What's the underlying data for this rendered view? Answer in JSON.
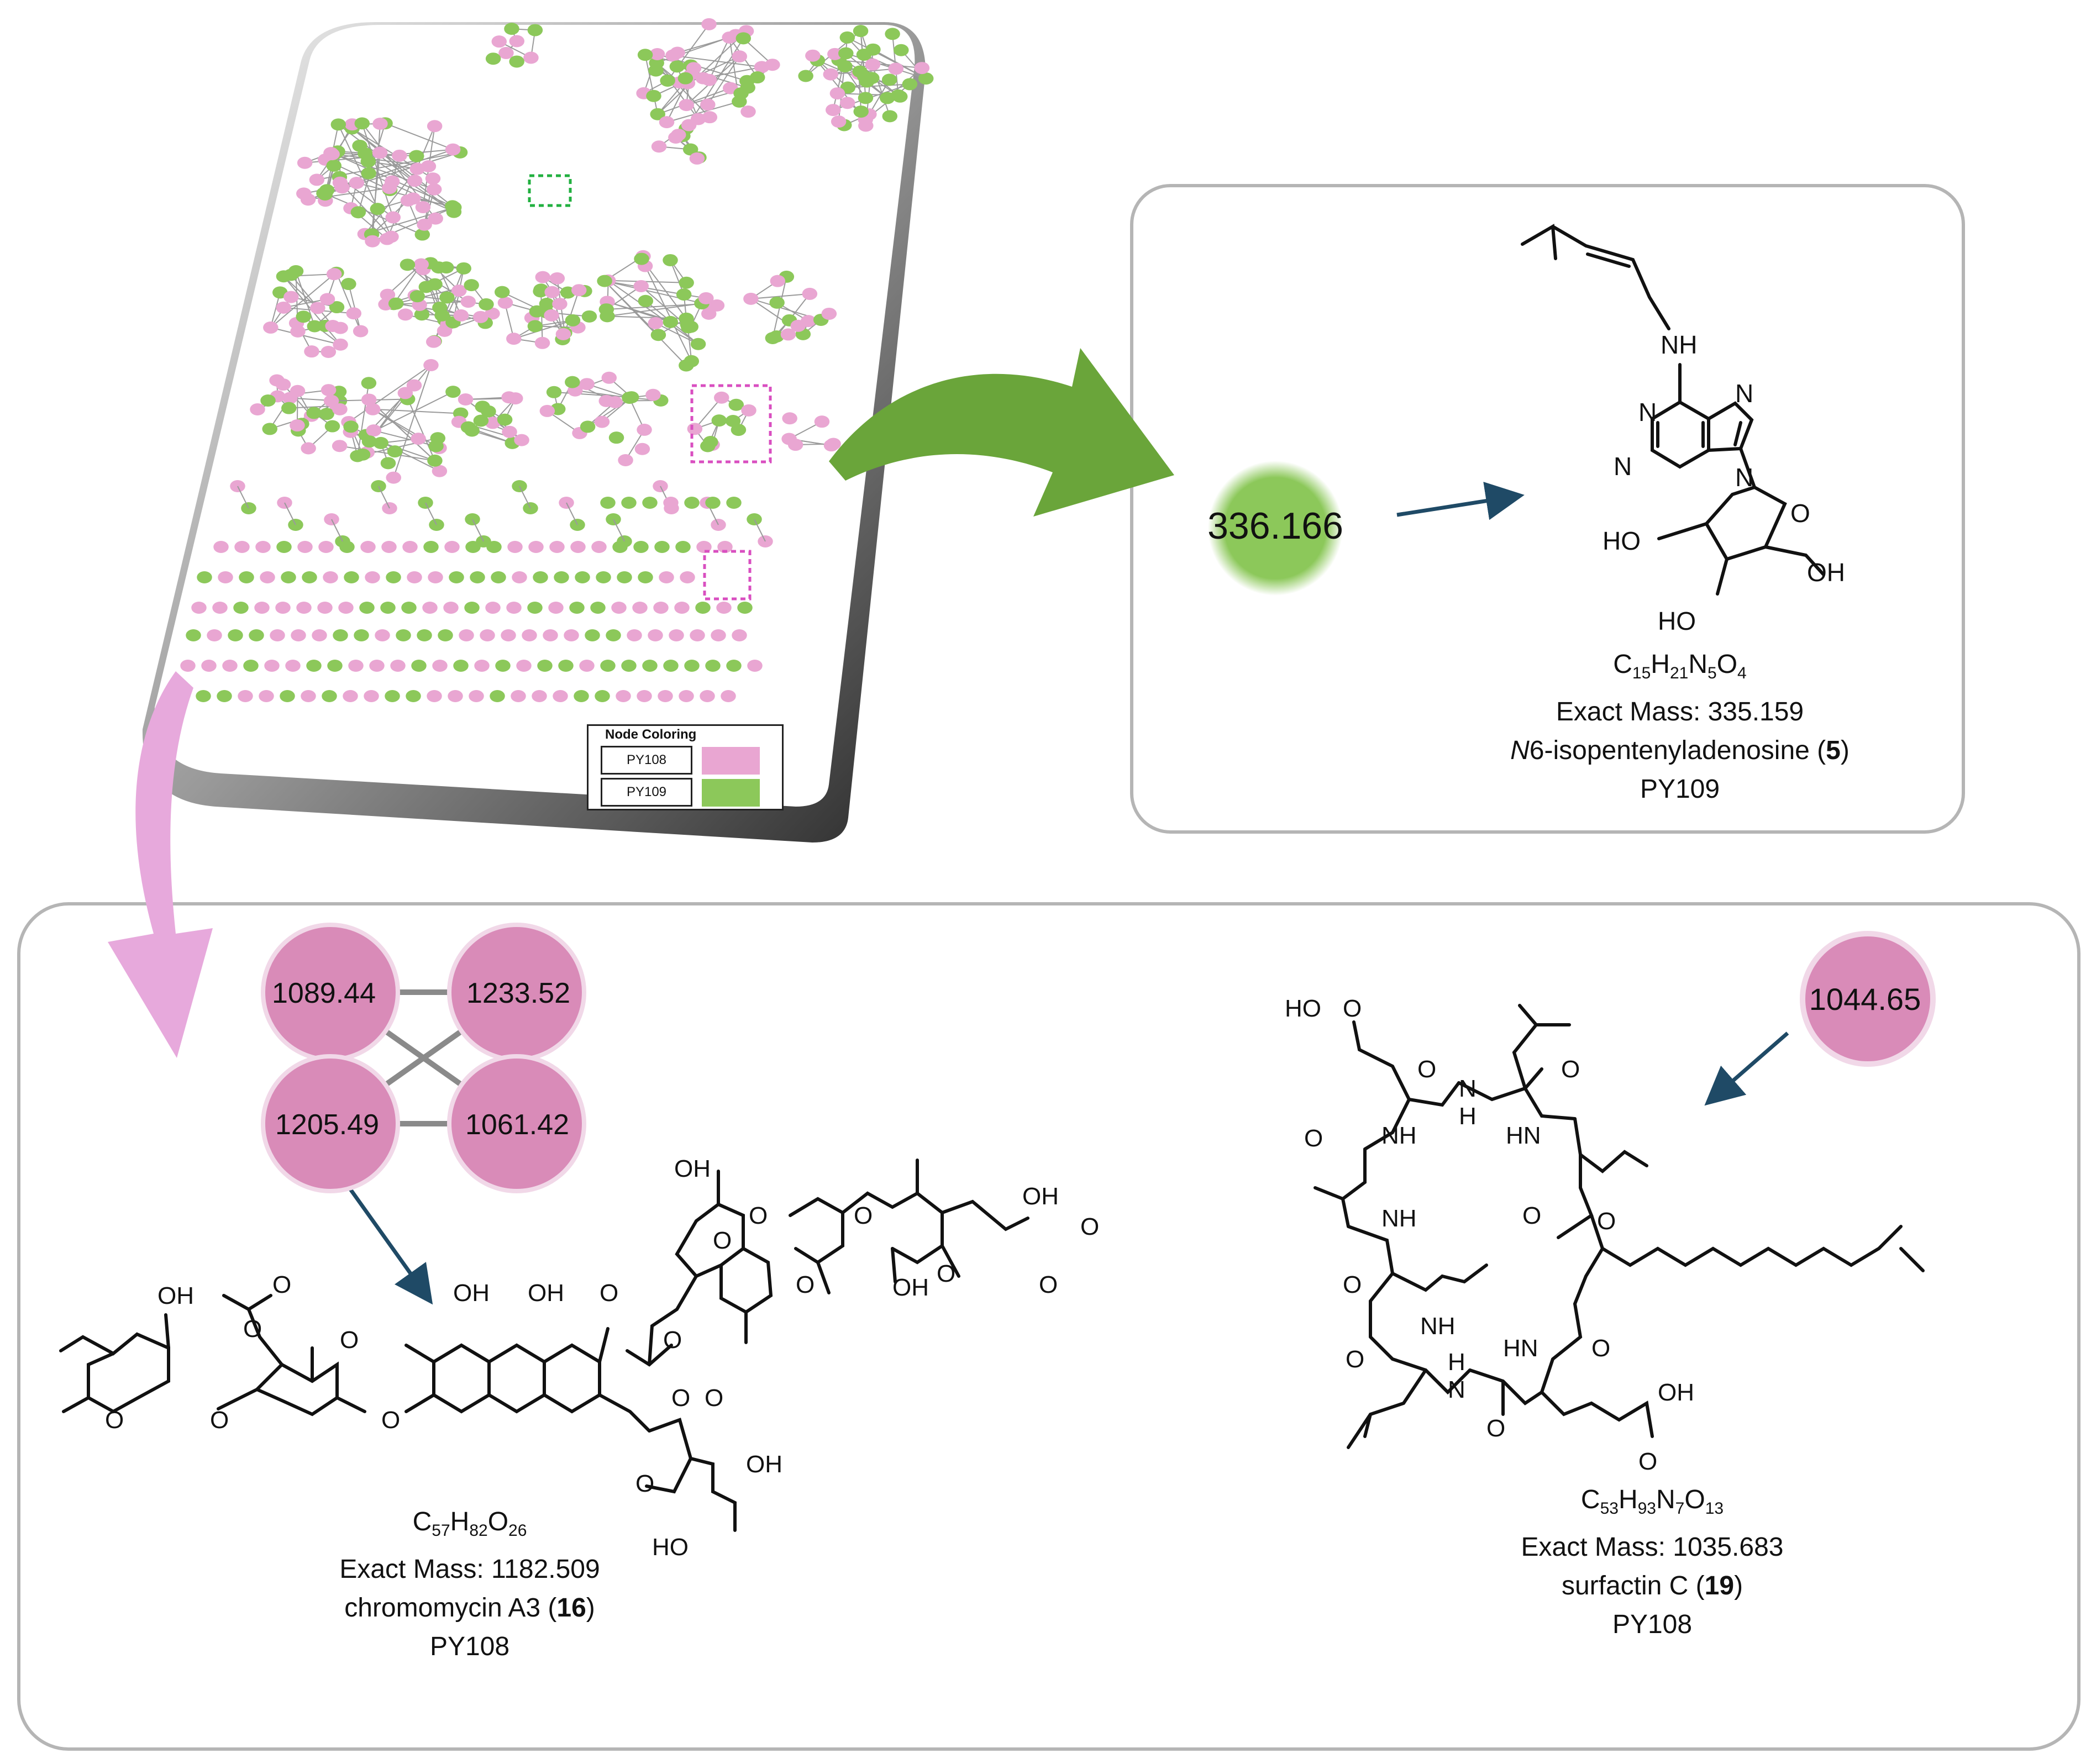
{
  "colors": {
    "py108": "#e9a6d2",
    "py109": "#8cc85a",
    "node_pink": "#d98bb8",
    "node_green": "#8cc85a",
    "arrow_green": "#6aa53a",
    "arrow_pink": "#e7a9dc",
    "arrow_small": "#1f4a66",
    "panel_border": "#b5b5b5",
    "dashed_green": "#22b040",
    "dashed_pink": "#d94fc0"
  },
  "legend": {
    "title": "Node Coloring",
    "items": [
      {
        "label": "PY108",
        "color": "#e9a6d2"
      },
      {
        "label": "PY109",
        "color": "#8cc85a"
      }
    ]
  },
  "node_336": {
    "label": "336.166"
  },
  "cluster_nodes": [
    {
      "label": "1089.44"
    },
    {
      "label": "1233.52"
    },
    {
      "label": "1205.49"
    },
    {
      "label": "1061.42"
    }
  ],
  "node_1044": {
    "label": "1044.65"
  },
  "compound_5": {
    "formula": {
      "C": "C",
      "c_sub": "15",
      "H": "H",
      "h_sub": "21",
      "N": "N",
      "n_sub": "5",
      "O": "O",
      "o_sub": "4"
    },
    "mass": "Exact Mass: 335.159",
    "name_italic": "N",
    "name_rest": "6-isopentenyladenosine (",
    "number": "5",
    "close": ")",
    "strain": "PY109"
  },
  "compound_16": {
    "formula": {
      "C": "C",
      "c_sub": "57",
      "H": "H",
      "h_sub": "82",
      "O": "O",
      "o_sub": "26"
    },
    "mass": "Exact Mass: 1182.509",
    "name": "chromomycin A3 (",
    "number": "16",
    "close": ")",
    "strain": "PY108"
  },
  "compound_19": {
    "formula": {
      "C": "C",
      "c_sub": "53",
      "H": "H",
      "h_sub": "93",
      "N": "N",
      "n_sub": "7",
      "O": "O",
      "o_sub": "13"
    },
    "mass": "Exact Mass: 1035.683",
    "name": "surfactin C (",
    "number": "19",
    "close": ")",
    "strain": "PY108"
  },
  "atoms_5": [
    "NH",
    "N",
    "N",
    "N",
    "N",
    "O",
    "HO",
    "HO",
    "OH"
  ],
  "atoms_16": [
    "OH",
    "OH",
    "OH",
    "O",
    "O",
    "O",
    "O",
    "O",
    "O",
    "O",
    "O",
    "O",
    "O",
    "OH",
    "O",
    "OH",
    "O",
    "OH",
    "O",
    "O",
    "O",
    "O",
    "O",
    "O",
    "OH",
    "HO"
  ],
  "atoms_19": [
    "HO",
    "O",
    "O",
    "N",
    "H",
    "O",
    "O",
    "NH",
    "HN",
    "O",
    "O",
    "NH",
    "O",
    "NH",
    "HN",
    "O",
    "O",
    "H",
    "N",
    "OH",
    "O",
    "O"
  ]
}
